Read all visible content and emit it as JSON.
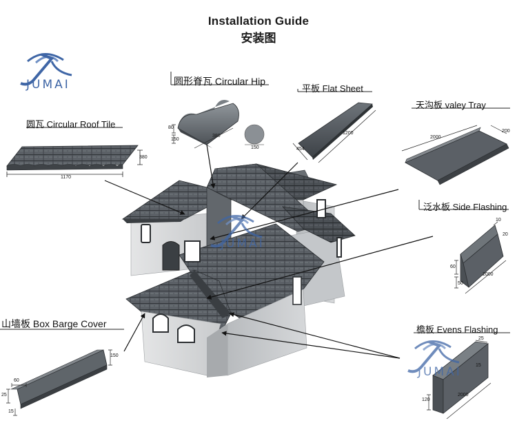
{
  "title": {
    "en": "Installation Guide",
    "zh": "安装图"
  },
  "brand": {
    "name": "JUMAI",
    "color": "#3f66a6"
  },
  "components": {
    "circular_roof_tile": {
      "label": "圆瓦  Circular Roof Tile",
      "dims": {
        "width": "1170",
        "height": "380"
      }
    },
    "circular_hip": {
      "label": "圆形脊瓦 Circular Hip",
      "dims": {
        "height": "80",
        "width": "150",
        "length": "380",
        "diameter": "150"
      }
    },
    "flat_sheet": {
      "label": "平板  Flat  Sheet",
      "dims": {
        "width": "454",
        "length": "1200"
      }
    },
    "valley_tray": {
      "label": "天沟板  valey  Tray",
      "dims": {
        "length": "2000",
        "width": "200"
      }
    },
    "side_flashing": {
      "label": "泛水板  Side  Flashing",
      "dims": {
        "top": "10",
        "flange": "20",
        "height": "60",
        "lower": "50",
        "length": "2000"
      }
    },
    "box_barge_cover": {
      "label": "山墙板  Box Barge Cover",
      "dims": {
        "height": "150",
        "top": "60",
        "lip": "25",
        "bottom": "15"
      }
    },
    "evens_flashing": {
      "label": "檐板 Evens  Flashing",
      "dims": {
        "top": "25",
        "mid": "15",
        "height": "120",
        "length": "2000"
      }
    }
  }
}
